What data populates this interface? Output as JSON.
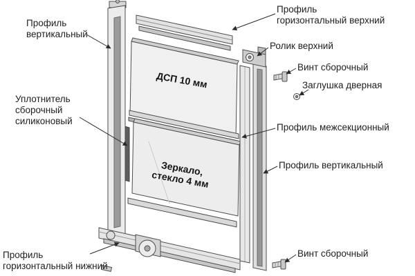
{
  "diagram": {
    "subject": "exploded-view-sliding-door-assembly",
    "line_color": "#4d4d4d",
    "accent_dark": "#5f5f5f",
    "callouts": {
      "profile_vertical_left": "Профиль\nвертикальный",
      "seal": "Уплотнитель\nсборочный\nсиликоновый",
      "profile_horizontal_bottom": "Профиль\nгоризонтальный нижний",
      "profile_horizontal_top": "Профиль\nгоризонтальный верхний",
      "roller_top": "Ролик верхний",
      "screw_top": "Винт сборочный",
      "door_plug": "Заглушка дверная",
      "profile_intersection": "Профиль межсекционный",
      "profile_vertical_right": "Профиль вертикальный",
      "screw_bottom": "Винт сборочный"
    },
    "panel_labels": {
      "dsp": "ДСП 10 мм",
      "mirror": "Зеркало,\nстекло 4 мм"
    }
  }
}
